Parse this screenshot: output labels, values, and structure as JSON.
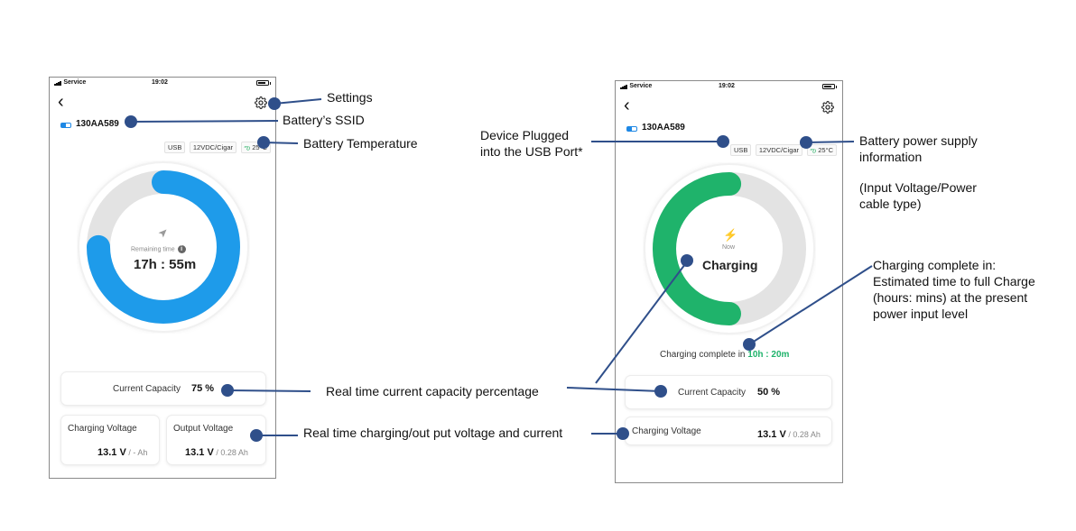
{
  "phone1": {
    "status": {
      "carrier": "Service",
      "time": "19:02"
    },
    "ssid": "130AA589",
    "chips": {
      "usb": "USB",
      "cable": "12VDC/Cigar",
      "temp": "25°C"
    },
    "ring": {
      "label": "Remaining time",
      "value": "17h : 55m",
      "fill_fraction": 0.75,
      "color": "#1e9bea"
    },
    "capacity": {
      "label": "Current Capacity",
      "value": "75 %"
    },
    "charging_voltage": {
      "label": "Charging Voltage",
      "value": "13.1 V",
      "sub": " / - Ah"
    },
    "output_voltage": {
      "label": "Output Voltage",
      "value": "13.1 V",
      "sub": " / 0.28 Ah"
    }
  },
  "phone2": {
    "status": {
      "carrier": "Service",
      "time": "19:02"
    },
    "ssid": "130AA589",
    "chips": {
      "usb": "USB",
      "cable": "12VDC/Cigar",
      "temp": "25°C"
    },
    "ring": {
      "label": "Now",
      "value": "Charging",
      "fill_fraction": 0.5,
      "color": "#1fb36b"
    },
    "complete": {
      "label": "Charging complete in",
      "value": "10h : 20m",
      "color": "#1fb36b"
    },
    "capacity": {
      "label": "Current Capacity",
      "value": "50 %"
    },
    "charging_voltage": {
      "label": "Charging Voltage",
      "value": "13.1 V",
      "sub": " / 0.28 Ah"
    }
  },
  "annotations": {
    "settings": "Settings",
    "ssid": "Battery’s SSID",
    "temperature": "Battery Temperature",
    "usb_line1": "Device Plugged",
    "usb_line2": "into the USB Port*",
    "power_line1": "Battery power supply",
    "power_line2": "information",
    "power_line3": "(Input Voltage/Power",
    "power_line4": "cable type)",
    "complete_line1": "Charging complete in:",
    "complete_line2": "Estimated time to full Charge",
    "complete_line3": "(hours: mins) at the present",
    "complete_line4": "power input level",
    "capacity": "Real time current capacity percentage",
    "voltage": "Real time charging/out put voltage and current"
  },
  "colors": {
    "annotation_line": "#2f4f8a",
    "accent_blue": "#1e9bea",
    "accent_green": "#1fb36b"
  },
  "icons": [
    "signal-icon",
    "battery-icon",
    "back-arrow-icon",
    "gear-icon",
    "leaf-icon",
    "navigation-arrow-icon",
    "info-icon",
    "lightning-icon"
  ]
}
